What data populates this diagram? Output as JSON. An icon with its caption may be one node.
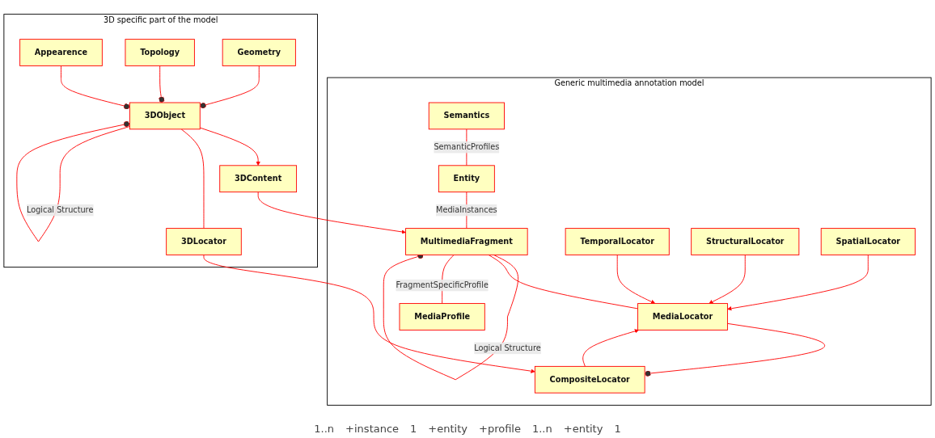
{
  "diagram": {
    "nodes": [
      {
        "text": [
          "Generic multimedia annotation model"
        ]
      },
      {
        "text": [
          "Entity"
        ],
        "in": 0
      },
      {
        "text": [
          "MultimediaFragment"
        ],
        "in": 0
      },
      {
        "text": [
          "TemporalLocator"
        ],
        "in": 0
      },
      {
        "text": [
          "StructuralLocator"
        ],
        "in": 0
      },
      {
        "text": [
          "MediaLocator"
        ],
        "in": 0
      },
      {
        "text": [
          "SpatialLocator"
        ],
        "in": 0
      },
      {
        "text": [
          "Semantics"
        ],
        "in": 0
      },
      {
        "text": [
          "CompositeLocator"
        ],
        "in": 0
      },
      {
        "text": [
          "MediaProfile"
        ],
        "in": 0
      },
      {
        "text": [
          "3D specific part of the model"
        ]
      },
      {
        "text": [
          "3DContent"
        ],
        "in": 10
      },
      {
        "text": [
          "Appearence"
        ],
        "in": 10
      },
      {
        "text": [
          "Topology"
        ],
        "in": 10
      },
      {
        "text": [
          "3DObject"
        ],
        "in": 10
      },
      {
        "text": [
          "3DLocator"
        ],
        "in": 10
      },
      {
        "text": [
          "Geometry"
        ],
        "in": 10
      }
    ],
    "edges": [
      {
        "from": 2,
        "to": 2,
        "arrow": "other",
        "label": "Logical Structure"
      },
      {
        "from": 3,
        "to": 5,
        "arrow": "to"
      },
      {
        "from": 4,
        "to": 5,
        "arrow": "to"
      },
      {
        "from": 1,
        "to": 2,
        "arrow": "none",
        "label": "MediaInstances"
      },
      {
        "from": 2,
        "to": 5,
        "arrow": "none"
      },
      {
        "from": 6,
        "to": 5,
        "arrow": "to"
      },
      {
        "from": 7,
        "to": 1,
        "arrow": "none",
        "label": "SemanticProfiles"
      },
      {
        "from": 2,
        "to": 9,
        "arrow": "none",
        "label": "FragmentSpecificProfile"
      },
      {
        "from": 5,
        "to": 8,
        "arrow": "other"
      },
      {
        "from": 8,
        "to": 5,
        "arrow": "to"
      },
      {
        "from": 11,
        "to": 2,
        "arrow": "to"
      },
      {
        "from": 15,
        "to": 8,
        "arrow": "to"
      },
      {
        "from": 14,
        "to": 11,
        "arrow": "to"
      },
      {
        "from": 12,
        "to": 14,
        "arrow": "other"
      },
      {
        "from": 13,
        "to": 14,
        "arrow": "other"
      },
      {
        "from": 14,
        "to": 15,
        "arrow": "none"
      },
      {
        "from": 16,
        "to": 14,
        "arrow": "other"
      },
      {
        "from": 14,
        "to": 14,
        "arrow": "other",
        "label": "Logical Structure"
      }
    ],
    "labels": [
      "1..n",
      "+instance",
      "1",
      "+entity",
      "+profile",
      "1..n",
      "+entity",
      "1"
    ]
  }
}
